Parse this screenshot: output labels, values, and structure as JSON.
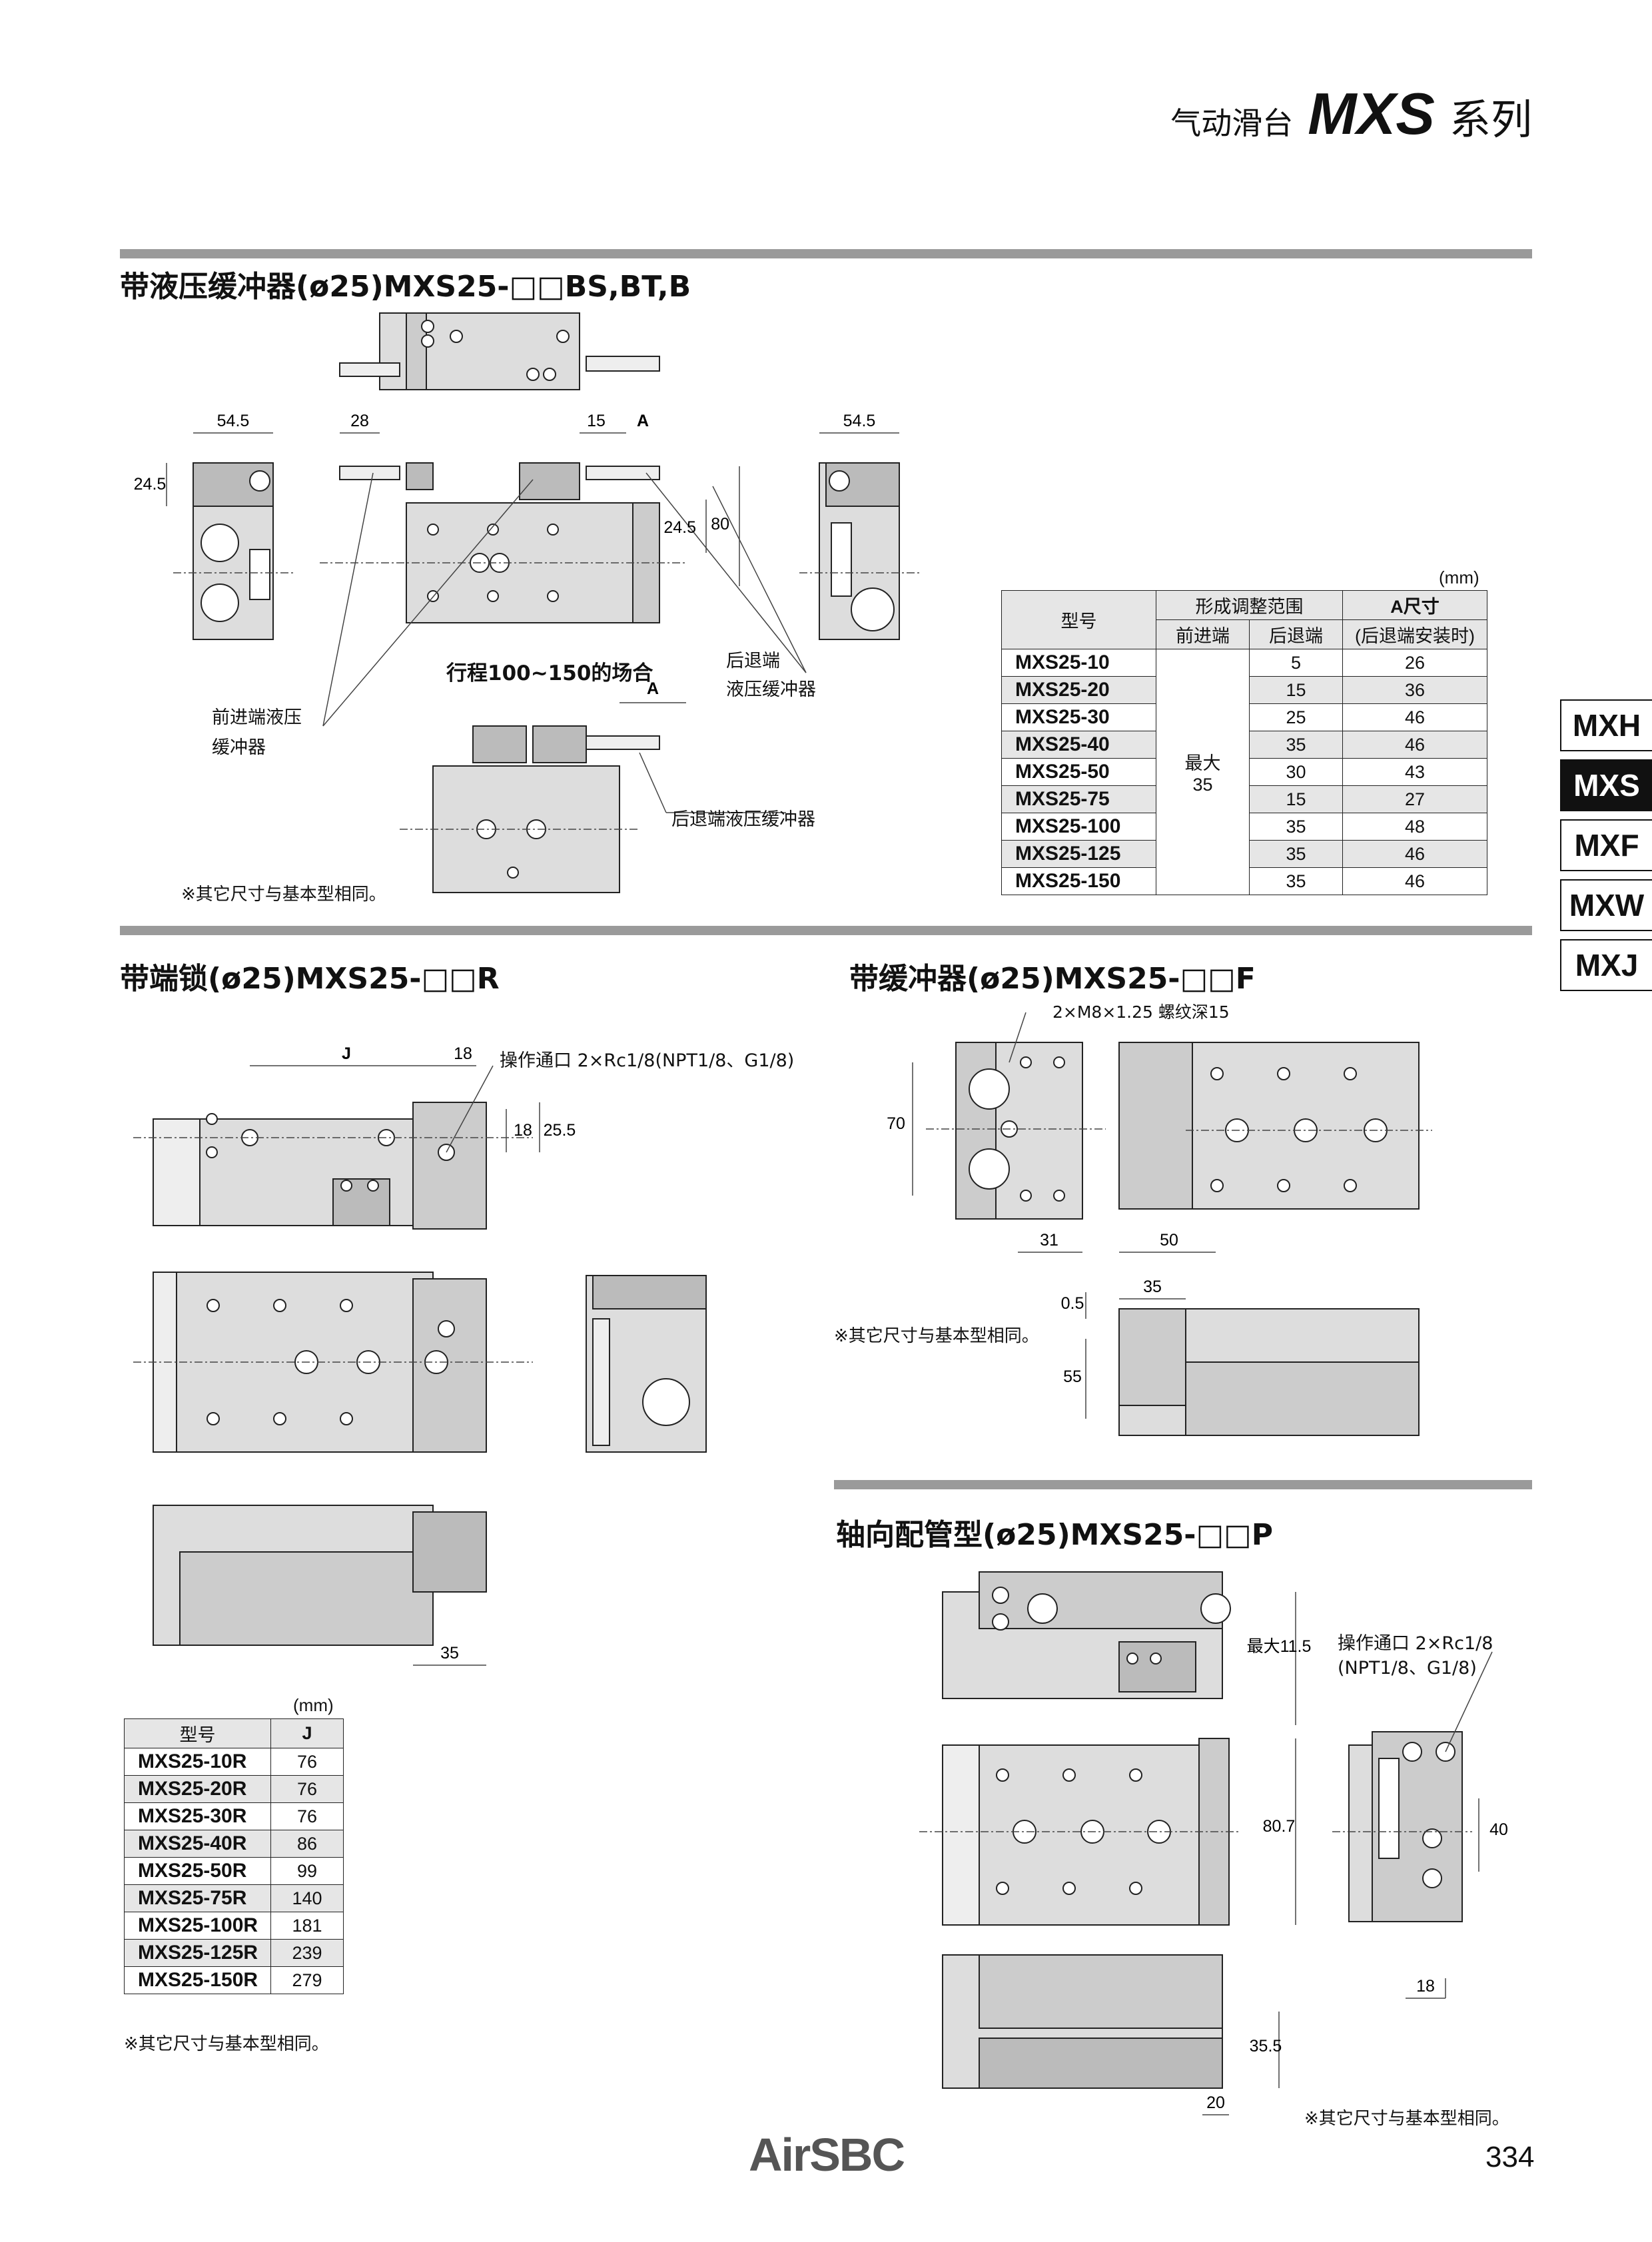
{
  "header": {
    "subtitle": "气动滑台",
    "model": "MXS",
    "series": "系列"
  },
  "sections": {
    "bs": {
      "title": "带液压缓冲器(ø25)MXS25-□□BS,BT,B"
    },
    "r": {
      "title": "带端锁(ø25)MXS25-□□R"
    },
    "f": {
      "title": "带缓冲器(ø25)MXS25-□□F"
    },
    "p": {
      "title": "轴向配管型(ø25)MXS25-□□P"
    }
  },
  "bs_drawing": {
    "dims": {
      "w545a": "54.5",
      "d28": "28",
      "d15": "15",
      "A": "A",
      "w545b": "54.5",
      "h245a": "24.5",
      "h245b": "24.5",
      "h80": "80",
      "A2": "A"
    },
    "labels": {
      "rear_end": "后退端",
      "rear_absorber": "液压缓冲器",
      "front_absorber_1": "前进端液压",
      "front_absorber_2": "缓冲器",
      "stroke_case": "行程100~150的场合",
      "rear_absorber_full": "后退端液压缓冲器"
    },
    "note": "※其它尺寸与基本型相同。"
  },
  "bs_table": {
    "unit": "(mm)",
    "headers": {
      "model": "型号",
      "range": "形成调整范围",
      "a_dim_1": "A尺寸",
      "a_dim_2": "(后退端安装时)",
      "front": "前进端",
      "rear": "后退端"
    },
    "front_merged_1": "最大",
    "front_merged_2": "35",
    "rows": [
      {
        "model": "MXS25-10",
        "rear": "5",
        "a": "26"
      },
      {
        "model": "MXS25-20",
        "rear": "15",
        "a": "36"
      },
      {
        "model": "MXS25-30",
        "rear": "25",
        "a": "46"
      },
      {
        "model": "MXS25-40",
        "rear": "35",
        "a": "46"
      },
      {
        "model": "MXS25-50",
        "rear": "30",
        "a": "43"
      },
      {
        "model": "MXS25-75",
        "rear": "15",
        "a": "27"
      },
      {
        "model": "MXS25-100",
        "rear": "35",
        "a": "48"
      },
      {
        "model": "MXS25-125",
        "rear": "35",
        "a": "46"
      },
      {
        "model": "MXS25-150",
        "rear": "35",
        "a": "46"
      }
    ]
  },
  "r_drawing": {
    "dims": {
      "J": "J",
      "d18a": "18",
      "d18b": "18",
      "d255": "25.5",
      "d35": "35"
    },
    "port": "操作通口 2×Rc1/8(NPT1/8、G1/8)"
  },
  "r_table": {
    "unit": "(mm)",
    "headers": {
      "model": "型号",
      "j": "J"
    },
    "rows": [
      {
        "model": "MXS25-10R",
        "j": "76"
      },
      {
        "model": "MXS25-20R",
        "j": "76"
      },
      {
        "model": "MXS25-30R",
        "j": "76"
      },
      {
        "model": "MXS25-40R",
        "j": "86"
      },
      {
        "model": "MXS25-50R",
        "j": "99"
      },
      {
        "model": "MXS25-75R",
        "j": "140"
      },
      {
        "model": "MXS25-100R",
        "j": "181"
      },
      {
        "model": "MXS25-125R",
        "j": "239"
      },
      {
        "model": "MXS25-150R",
        "j": "279"
      }
    ],
    "note": "※其它尺寸与基本型相同。"
  },
  "f_drawing": {
    "thread": "2×M8×1.25 螺纹深15",
    "dims": {
      "d70": "70",
      "d31": "31",
      "d50": "50",
      "d05": "0.5",
      "d35": "35",
      "d55": "55"
    },
    "note": "※其它尺寸与基本型相同。"
  },
  "p_drawing": {
    "dims": {
      "max115": "最大11.5",
      "d807": "80.7",
      "d40": "40",
      "d18": "18",
      "d355": "35.5",
      "d20": "20"
    },
    "port_1": "操作通口 2×Rc1/8",
    "port_2": "(NPT1/8、G1/8)",
    "note": "※其它尺寸与基本型相同。"
  },
  "side_tabs": [
    "MXH",
    "MXS",
    "MXF",
    "MXW",
    "MXJ"
  ],
  "footer": {
    "logo": "AirSBC",
    "page": "334"
  }
}
